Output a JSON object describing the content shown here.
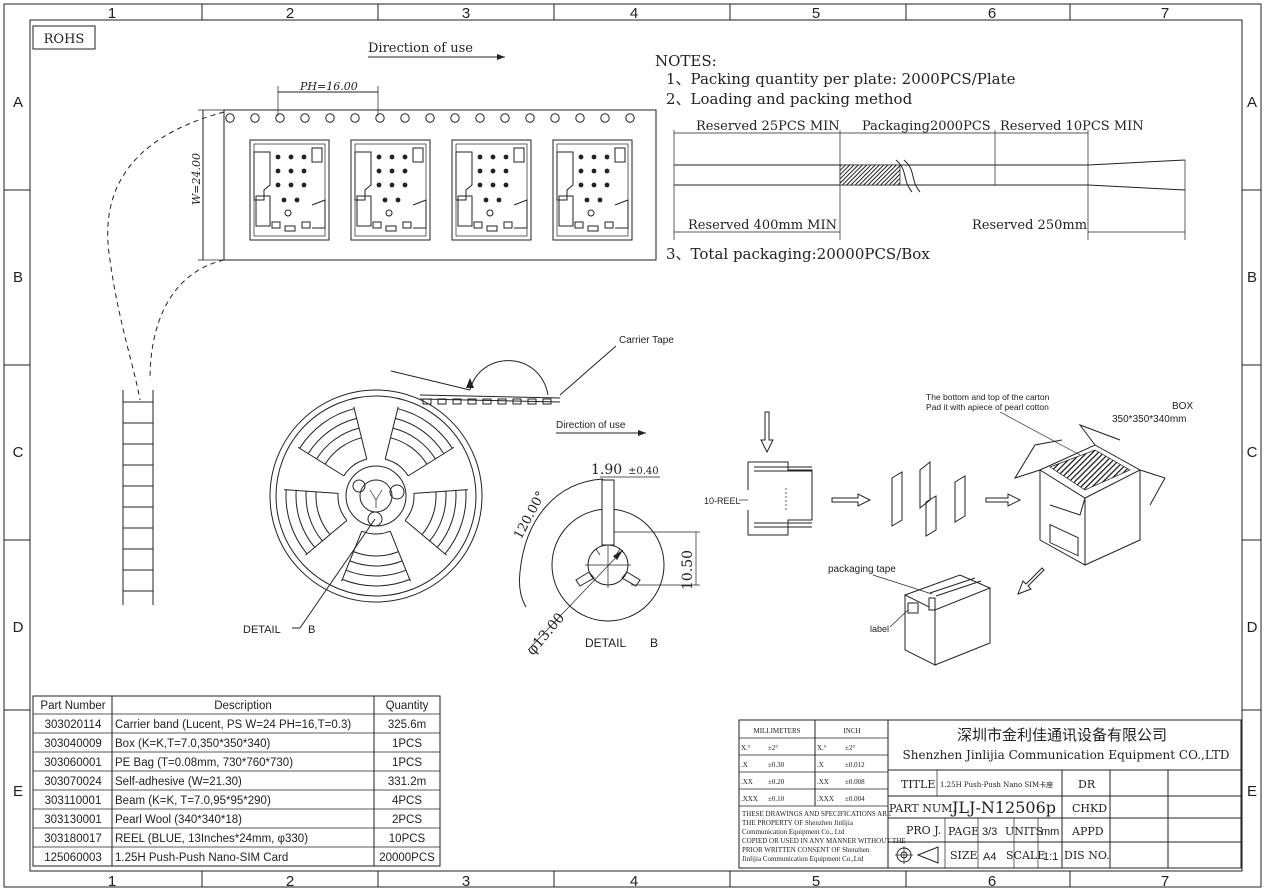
{
  "border": {
    "columns": [
      "1",
      "2",
      "3",
      "4",
      "5",
      "6",
      "7"
    ],
    "rows": [
      "A",
      "B",
      "C",
      "D",
      "E"
    ]
  },
  "rohs_label": "ROHS",
  "tape": {
    "direction_label": "Direction of use",
    "pitch_label": "PH=16.00",
    "width_label": "W=24.00"
  },
  "notes": {
    "title": "NOTES:",
    "item1": "1、Packing quantity per plate: 2000PCS/Plate",
    "item2": "2、Loading and packing method",
    "item3": "3、Total packaging:20000PCS/Box",
    "reserved_25": "Reserved 25PCS MIN",
    "packaging_2000": "Packaging2000PCS",
    "reserved_10": "Reserved 10PCS MIN",
    "reserved_400": "Reserved 400mm MIN",
    "reserved_250": "Reserved 250mm"
  },
  "reel": {
    "carrier_tape_label": "Carrier Tape",
    "direction_label": "Direction of use",
    "detail_label": "DETAIL",
    "detail_letter": "B",
    "dim_190": "1.90",
    "dim_190_tol": "±0.40",
    "dim_angle": "120.00°",
    "dim_1050": "10.50",
    "dim_diameter": "φ13.00"
  },
  "box_flow": {
    "reel_count_label": "10-REEL",
    "carton_note_line1": "The bottom and top of the carton",
    "carton_note_line2": "Pad it with apiece of pearl cotton",
    "box_label": "BOX",
    "box_size": "350*350*340mm",
    "packaging_tape_label": "packaging tape",
    "label_label": "label"
  },
  "bom": {
    "headers": [
      "Part Number",
      "Description",
      "Quantity"
    ],
    "rows": [
      [
        "303020114",
        "Carrier band (Lucent, PS W=24 PH=16,T=0.3)",
        "325.6m"
      ],
      [
        "303040009",
        "Box (K=K,T=7.0,350*350*340)",
        "1PCS"
      ],
      [
        "303060001",
        "PE Bag (T=0.08mm, 730*760*730)",
        "1PCS"
      ],
      [
        "303070024",
        "Self-adhesive (W=21.30)",
        "331.2m"
      ],
      [
        "303110001",
        "Beam (K=K, T=7.0,95*95*290)",
        "4PCS"
      ],
      [
        "303130001",
        "Pearl Wool (340*340*18)",
        "2PCS"
      ],
      [
        "303180017",
        "REEL (BLUE, 13Inches*24mm, φ330)",
        "10PCS"
      ],
      [
        "125060003",
        "1.25H Push-Push Nano-SIM Card",
        "20000PCS"
      ]
    ]
  },
  "title_block": {
    "tol_mm_header": "MILLIMETERS",
    "tol_in_header": "INCH",
    "tol_rows": [
      [
        "X.°",
        "±2°",
        "X.°",
        "±2°"
      ],
      [
        ".X",
        "±0.30",
        ".X",
        "±0.012"
      ],
      [
        ".XX",
        "±0.20",
        ".XX",
        "±0.008"
      ],
      [
        ".XXX",
        "±0.10",
        ".XXX",
        "±0.004"
      ]
    ],
    "disclaimer": [
      "THESE DRAWINGS AND SPECIFICATIONS ARE",
      "THE PROPERTY OF Shenzhen Jinlijia",
      "Communication Equipment Co., Ltd",
      "COPIED OR USED IN ANY MANNER WITHOUT THE",
      "PRIOR WRITTEN CONSENT OF Shenzhen",
      "Jinlijia Communication Equipment Co.,Ltd"
    ],
    "company_cn": "深圳市金利佳通讯设备有限公司",
    "company_en": "Shenzhen Jinlijia Communication Equipment CO.,LTD",
    "title_label": "TITLE",
    "title_value": "1.25H Push-Push Nano SIM卡座",
    "dr_label": "DR",
    "part_num_label": "PART NUM.",
    "part_num_value": "JLJ-N12506p",
    "chkd_label": "CHKD",
    "proj_label": "PRO J.",
    "page_label": "PAGE",
    "page_value": "3/3",
    "units_label": "UNITS",
    "units_value": "mm",
    "appd_label": "APPD",
    "size_label": "SIZE",
    "size_value": "A4",
    "scale_label": "SCALE",
    "scale_value": "1:1",
    "dis_label": "DIS NO."
  }
}
